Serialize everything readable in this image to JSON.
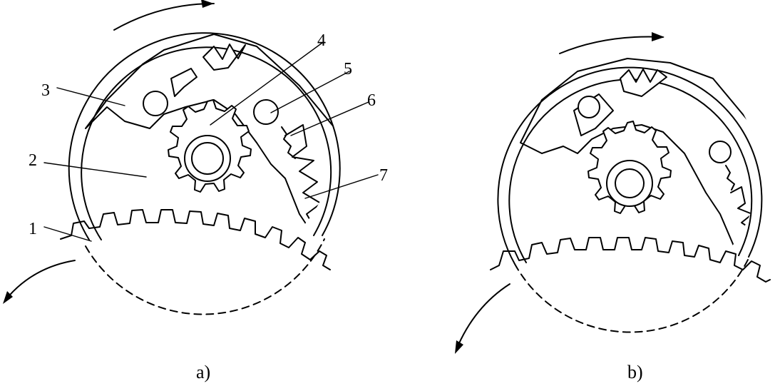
{
  "figure": {
    "panel_a": {
      "caption": "a)",
      "part_labels": [
        "1",
        "2",
        "3",
        "4",
        "5",
        "6",
        "7"
      ]
    },
    "panel_b": {
      "caption": "b)"
    }
  }
}
